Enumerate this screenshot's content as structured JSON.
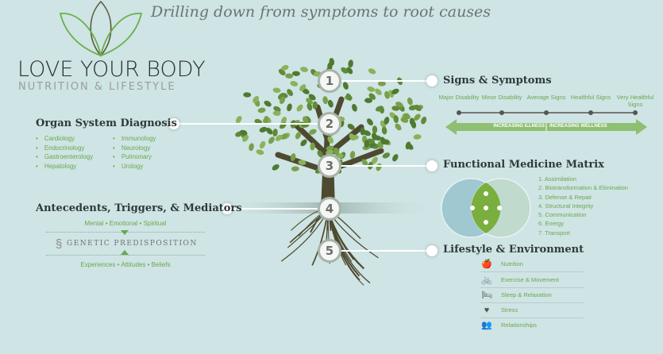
{
  "title": "Drilling down from symptoms to root causes",
  "logo": {
    "name": "LOVE YOUR BODY",
    "tagline": "NUTRITION & LIFESTYLE"
  },
  "nodes": [
    "1",
    "2",
    "3",
    "4",
    "5"
  ],
  "organ": {
    "heading": "Organ System Diagnosis",
    "col1": [
      "Cardiology",
      "Endocrinology",
      "Gastroenterology",
      "Hepatology"
    ],
    "col2": [
      "Immunology",
      "Neurology",
      "Pulmonary",
      "Urology"
    ]
  },
  "antecedents": {
    "heading": "Antecedents, Triggers, & Mediators",
    "top": "Mental • Emotional • Spiritual",
    "genetic": "Genetic Predisposition",
    "bottom": "Experiences • Attitudes • Beliefs"
  },
  "signs": {
    "heading": "Signs & Symptoms",
    "scale": [
      "Major Disability",
      "Minor Disability",
      "Average Signs",
      "Healthful Signs",
      "Very Healthful Signs"
    ],
    "left_arrow": "INCREASING ILLNESS",
    "right_arrow": "INCREASING WELLNESS"
  },
  "matrix": {
    "heading": "Functional Medicine Matrix",
    "items": [
      "1. Assimilation",
      "2. Biotransformation & Elimination",
      "3. Defense & Repair",
      "4. Structural Integrity",
      "5. Communication",
      "6. Energy",
      "7. Transport"
    ]
  },
  "lifestyle": {
    "heading": "Lifestyle & Environment",
    "items": [
      {
        "icon": "apple-icon",
        "glyph": "🍎",
        "label": "Nutrition"
      },
      {
        "icon": "bicycle-icon",
        "glyph": "🚲",
        "label": "Exercise & Movement"
      },
      {
        "icon": "bed-icon",
        "glyph": "🛏",
        "label": "Sleep & Relaxation"
      },
      {
        "icon": "heartbeat-icon",
        "glyph": "♥",
        "label": "Stress"
      },
      {
        "icon": "people-icon",
        "glyph": "👥",
        "label": "Relationships"
      }
    ]
  },
  "colors": {
    "bg": "#cfe4e4",
    "green": "#6aa84f",
    "leaf": "#5f8a3a",
    "trunk": "#4e4a30"
  }
}
